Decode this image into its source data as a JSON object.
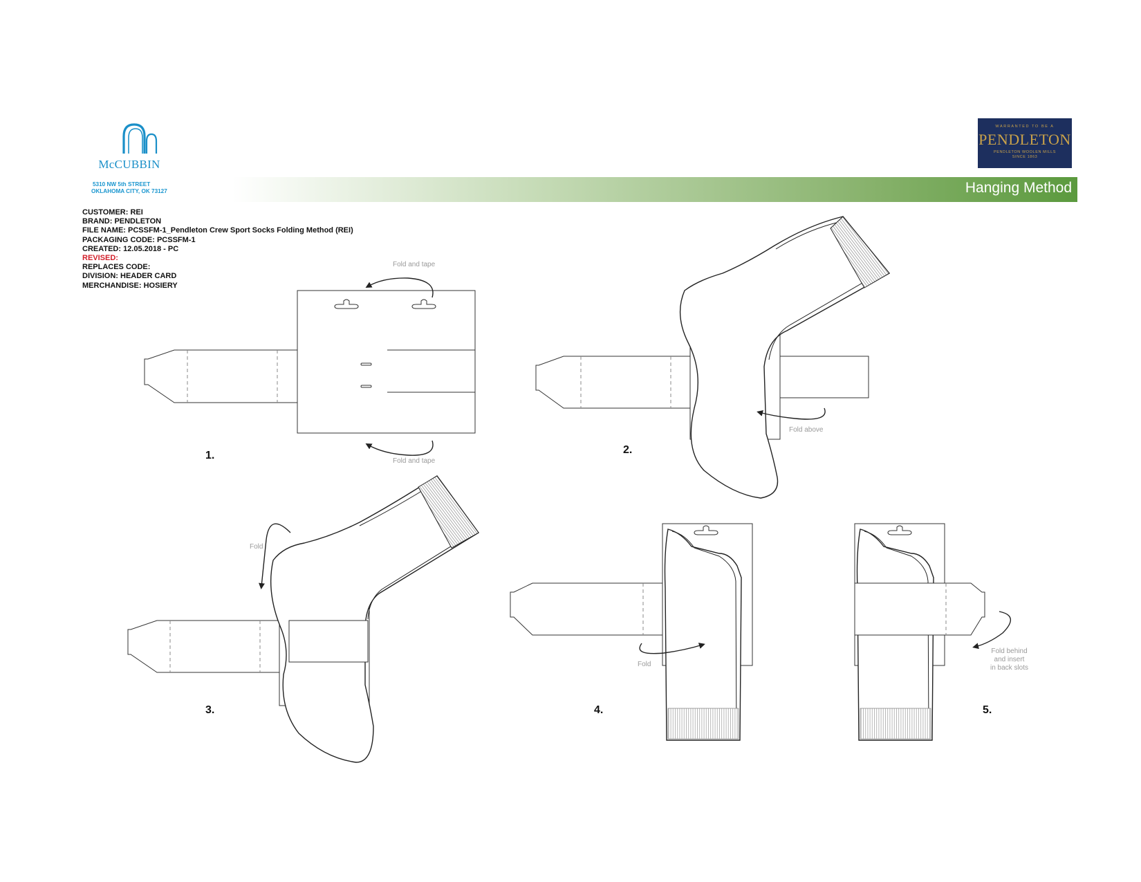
{
  "header": {
    "company_name": "McCUBBIN",
    "address_line1": "5310 NW 5th STREET",
    "address_line2": "OKLAHOMA CITY, OK 73127",
    "title": "Hanging Method",
    "brand_logo": {
      "top": "WARRANTED TO BE A",
      "name": "PENDLETON",
      "sub1": "PENDLETON WOOLEN MILLS",
      "sub2": "SINCE 1863"
    },
    "colors": {
      "accent_green": "#5b9a3e",
      "mccubbin_blue": "#1a8fc8",
      "pendleton_navy": "#1d2f5e",
      "revised_red": "#d21f2a"
    }
  },
  "specs": {
    "customer": "CUSTOMER:  REI",
    "brand": "BRAND:  PENDLETON",
    "file_name": "FILE NAME: PCSSFM-1_Pendleton Crew Sport Socks Folding Method (REI)",
    "packaging_code": "PACKAGING CODE: PCSSFM-1",
    "created": "CREATED:  12.05.2018 - PC",
    "revised": "REVISED:",
    "replaces_code": "REPLACES CODE:",
    "division": "DIVISION:  HEADER CARD",
    "merchandise": "MERCHANDISE:  HOSIERY"
  },
  "steps": [
    {
      "number": "1.",
      "notes": [
        "Fold and tape",
        "Fold and tape"
      ]
    },
    {
      "number": "2.",
      "notes": [
        "Fold above"
      ]
    },
    {
      "number": "3.",
      "notes": [
        "Fold"
      ]
    },
    {
      "number": "4.",
      "notes": [
        "Fold"
      ]
    },
    {
      "number": "5.",
      "notes": [
        "Fold behind\nand insert\nin back slots"
      ]
    }
  ],
  "icons": [
    "mccubbin-arch-logo",
    "pendleton-label-logo"
  ]
}
